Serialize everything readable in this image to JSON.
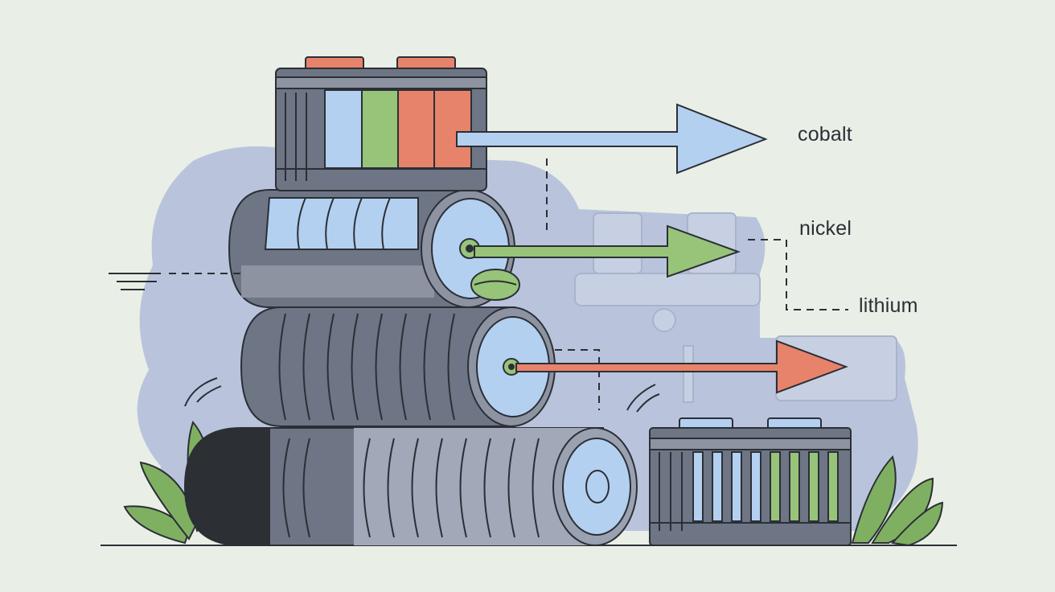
{
  "labels": {
    "cobalt": "cobalt",
    "nickel": "nickel",
    "lithium": "lithium"
  },
  "colors": {
    "background": "#e9efe6",
    "backdrop": "#b9c4dc",
    "casing": "#6e7584",
    "casing_light": "#8d93a1",
    "outline": "#2b2f36",
    "blue": "#b4d0f0",
    "green": "#97c479",
    "red": "#e8836b",
    "leaf": "#7fb061",
    "dark": "#2c2f34"
  },
  "icons": [
    "battery-pack-icon",
    "cylindrical-cell-icon",
    "arrow-icon",
    "leaf-icon",
    "plant-icon",
    "fuel-pump-icon"
  ]
}
